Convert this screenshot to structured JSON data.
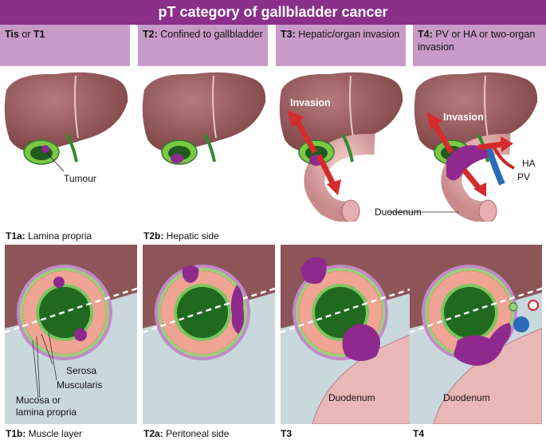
{
  "title": "pT category of gallbladder cancer",
  "headers": [
    {
      "bold": "Tis",
      "mid": " or ",
      "bold2": "T1",
      "rest": ""
    },
    {
      "bold": "T2:",
      "rest": " Confined to gallbladder"
    },
    {
      "bold": "T3:",
      "rest": " Hepatic/organ invasion"
    },
    {
      "bold": "T4:",
      "rest": " PV or HA or two-organ invasion"
    }
  ],
  "top_labels": {
    "tumour": "Tumour",
    "invasion_t3": "Invasion",
    "invasion_t4": "Invasion",
    "ha": "HA",
    "pv": "PV",
    "duodenum": "Duodenum"
  },
  "sub_labels_top": [
    {
      "bold": "T1a:",
      "rest": " Lamina propria"
    },
    {
      "bold": "T2b:",
      "rest": " Hepatic side"
    }
  ],
  "sub_labels_bottom": [
    {
      "bold": "T1b:",
      "rest": " Muscle layer"
    },
    {
      "bold": "T2a:",
      "rest": " Peritoneal side"
    },
    {
      "bold": "T3",
      "rest": ""
    },
    {
      "bold": "T4",
      "rest": ""
    }
  ],
  "layer_labels": {
    "serosa": "Serosa",
    "muscularis": "Muscularis",
    "mucosa": "Mucosa or\nlamina propria"
  },
  "panel_labels": {
    "duodenum_t3": "Duodenum",
    "duodenum_t4": "Duodenum"
  },
  "colors": {
    "title_bg": "#8a2f8a",
    "header_bg": "#c89ac8",
    "liver": "#9a5a5c",
    "gallbladder": "#7ac943",
    "tumour": "#8e2a8e",
    "arrow": "#d42b2b",
    "duodenum": "#e9b7b5"
  }
}
